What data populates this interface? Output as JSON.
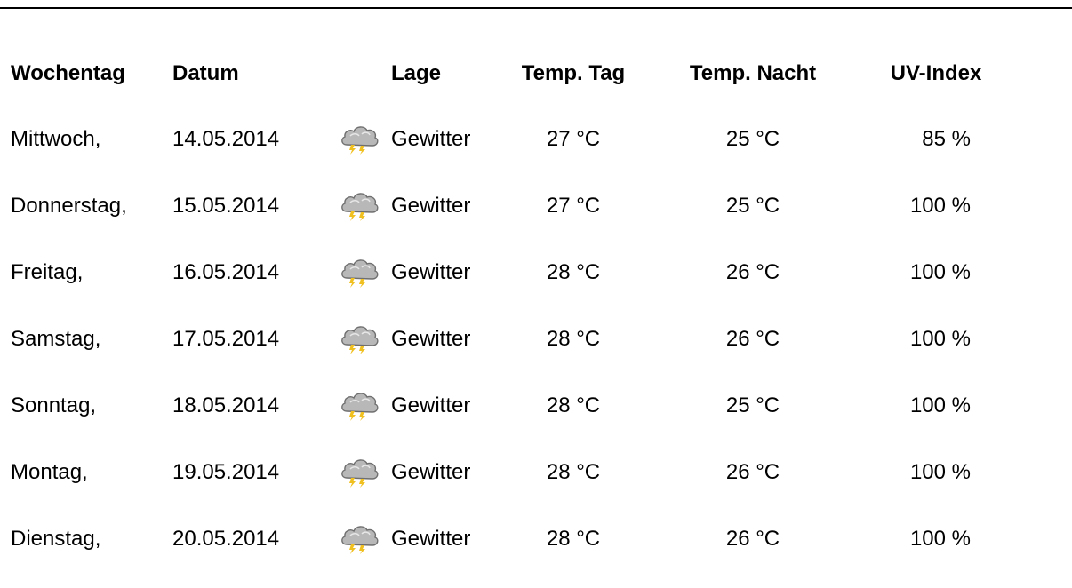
{
  "headers": {
    "weekday": "Wochentag",
    "date": "Datum",
    "condition": "Lage",
    "temp_day": "Temp. Tag",
    "temp_night": "Temp. Nacht",
    "uv_index": "UV-Index"
  },
  "rows": [
    {
      "weekday": "Mittwoch,",
      "date": "14.05.2014",
      "icon": "thunderstorm-icon",
      "condition": "Gewitter",
      "temp_day": "27 °C",
      "temp_night": "25 °C",
      "uv": "85 %"
    },
    {
      "weekday": "Donnerstag,",
      "date": "15.05.2014",
      "icon": "thunderstorm-icon",
      "condition": "Gewitter",
      "temp_day": "27 °C",
      "temp_night": "25 °C",
      "uv": "100 %"
    },
    {
      "weekday": "Freitag,",
      "date": "16.05.2014",
      "icon": "thunderstorm-icon",
      "condition": "Gewitter",
      "temp_day": "28 °C",
      "temp_night": "26 °C",
      "uv": "100 %"
    },
    {
      "weekday": "Samstag,",
      "date": "17.05.2014",
      "icon": "thunderstorm-icon",
      "condition": "Gewitter",
      "temp_day": "28 °C",
      "temp_night": "26 °C",
      "uv": "100 %"
    },
    {
      "weekday": "Sonntag,",
      "date": "18.05.2014",
      "icon": "thunderstorm-icon",
      "condition": "Gewitter",
      "temp_day": "28 °C",
      "temp_night": "25 °C",
      "uv": "100 %"
    },
    {
      "weekday": "Montag,",
      "date": "19.05.2014",
      "icon": "thunderstorm-icon",
      "condition": "Gewitter",
      "temp_day": "28 °C",
      "temp_night": "26 °C",
      "uv": "100 %"
    },
    {
      "weekday": "Dienstag,",
      "date": "20.05.2014",
      "icon": "thunderstorm-icon",
      "condition": "Gewitter",
      "temp_day": "28 °C",
      "temp_night": "26 °C",
      "uv": "100 %"
    }
  ],
  "colors": {
    "cloud_fill": "#b8b8b8",
    "cloud_stroke": "#6f6f6f",
    "lightning": "#f0c020",
    "text": "#000000"
  }
}
